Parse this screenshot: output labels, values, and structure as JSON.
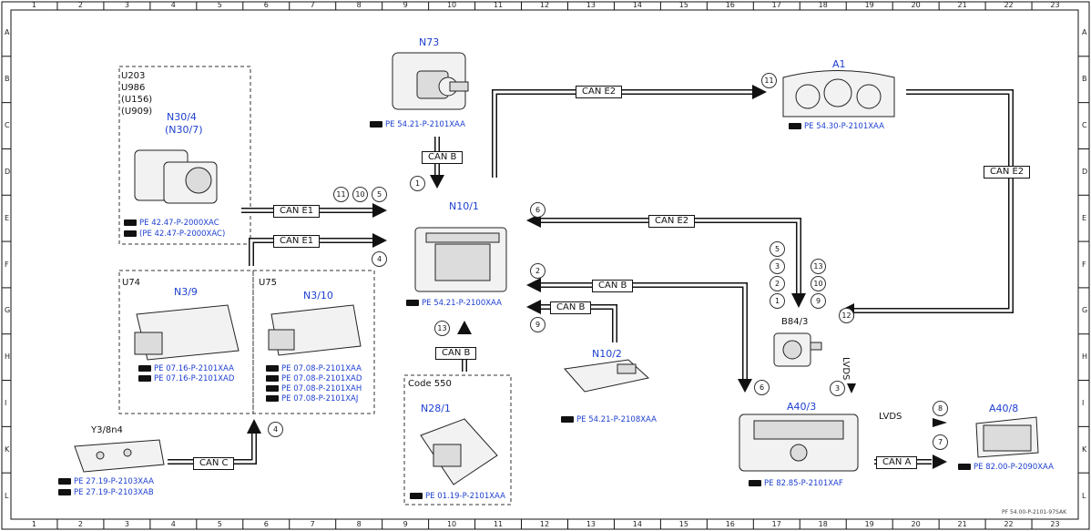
{
  "frame": {
    "columns": [
      "1",
      "2",
      "3",
      "4",
      "5",
      "6",
      "7",
      "8",
      "9",
      "10",
      "11",
      "12",
      "13",
      "14",
      "15",
      "16",
      "17",
      "18",
      "19",
      "20",
      "21",
      "22",
      "23"
    ],
    "rows": [
      "A",
      "B",
      "C",
      "D",
      "E",
      "F",
      "G",
      "H",
      "I",
      "K",
      "L"
    ],
    "drawing_code": "PF 54.00-P-2101-97SAK"
  },
  "components": {
    "n73": {
      "label": "N73",
      "ref": "PE 54.21-P-2101XAA"
    },
    "a1": {
      "label": "A1",
      "ref": "PE 54.30-P-2101XAA"
    },
    "n30_4": {
      "variants": [
        "U203",
        "U986",
        "(U156)",
        "(U909)"
      ],
      "label": "N30/4",
      "label2": "(N30/7)",
      "refs": [
        "PE 42.47-P-2000XAC",
        "(PE 42.47-P-2000XAC)"
      ]
    },
    "n10_1": {
      "label": "N10/1",
      "ref": "PE 54.21-P-2100XAA"
    },
    "n3_9": {
      "variant": "U74",
      "label": "N3/9",
      "refs": [
        "PE 07.16-P-2101XAA",
        "PE 07.16-P-2101XAD"
      ]
    },
    "n3_10": {
      "variant": "U75",
      "label": "N3/10",
      "refs": [
        "PE 07.08-P-2101XAA",
        "PE 07.08-P-2101XAD",
        "PE 07.08-P-2101XAH",
        "PE 07.08-P-2101XAJ"
      ]
    },
    "n10_2": {
      "label": "N10/2",
      "ref": "PE 54.21-P-2108XAA"
    },
    "b84_3": {
      "label": "B84/3"
    },
    "y3_8n4": {
      "label": "Y3/8n4",
      "refs": [
        "PE 27.19-P-2103XAA",
        "PE 27.19-P-2103XAB"
      ]
    },
    "n28_1": {
      "variant": "Code 550",
      "label": "N28/1",
      "ref": "PE 01.19-P-2101XAA"
    },
    "a40_3": {
      "label": "A40/3",
      "ref": "PE 82.85-P-2101XAF"
    },
    "a40_8": {
      "label": "A40/8",
      "ref": "PE 82.00-P-2090XAA"
    }
  },
  "buses": {
    "can_e2_top": "CAN E2",
    "can_e2_right": "CAN E2",
    "can_e2_mid": "CAN E2",
    "can_b_n73": "CAN B",
    "can_e1_top": "CAN E1",
    "can_e1_bot": "CAN E1",
    "can_b_mid": "CAN B",
    "can_b_small": "CAN B",
    "can_b_low": "CAN B",
    "can_c": "CAN C",
    "can_a": "CAN A",
    "lvds_horiz": "LVDS",
    "lvds_vert": "LVDS"
  },
  "markers": {
    "m11_a1": "11",
    "m1_n73": "1",
    "e1_a": "11",
    "e1_b": "10",
    "e1_c": "5",
    "e1_d": "4",
    "m6_left": "6",
    "mid_a": "5",
    "mid_b": "3",
    "mid_c": "2",
    "mid_d": "1",
    "mid_e": "13",
    "mid_f": "10",
    "mid_g": "9",
    "m12": "12",
    "m2": "2",
    "m9": "9",
    "m13": "13",
    "m4_low": "4",
    "m6_low": "6",
    "m3_lvds": "3",
    "m8": "8",
    "m7": "7"
  }
}
